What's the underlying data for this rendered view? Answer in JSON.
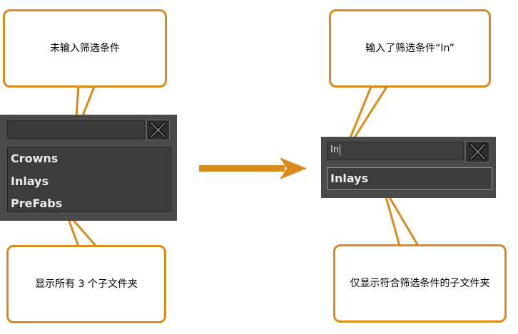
{
  "left_example": {
    "top_callout": "未输入筛选条件",
    "search_value": "",
    "items": [
      "Crowns",
      "Inlays",
      "PreFabs"
    ],
    "bottom_callout": "显示所有 3 个子文件夹"
  },
  "right_example": {
    "top_callout": "输入了筛选条件“In”",
    "search_value": "In",
    "items": [
      "Inlays"
    ],
    "bottom_callout": "仅显示符合筛选条件的子文件夹"
  },
  "colors": {
    "accent": "#d98a1a",
    "panel_bg": "#4a4a4a",
    "list_bg": "#3c3c3c",
    "text_light": "#ececec"
  },
  "icons": {
    "clear": "close-x-icon",
    "arrow": "arrow-right-icon"
  }
}
